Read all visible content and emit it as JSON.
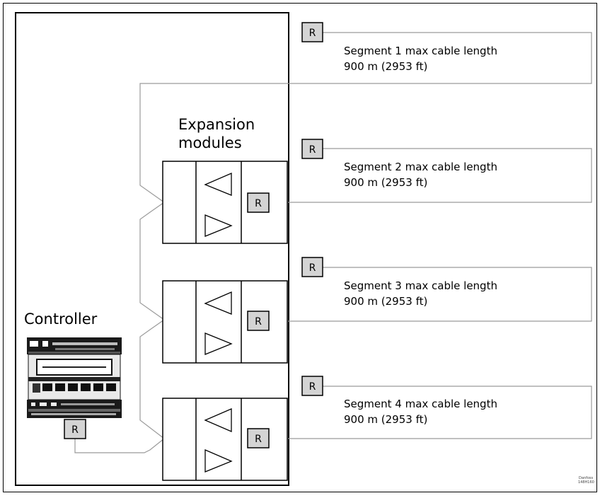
{
  "diagram": {
    "labels": {
      "expansion_line1": "Expansion",
      "expansion_line2": "modules",
      "controller": "Controller",
      "terminator": "R",
      "watermark_line1": "Danfoss",
      "watermark_line2": "148H160"
    },
    "segments": [
      {
        "title": "Segment 1 max cable length",
        "length": "900 m (2953 ft)"
      },
      {
        "title": "Segment 2 max cable length",
        "length": "900 m (2953 ft)"
      },
      {
        "title": "Segment 3 max cable length",
        "length": "900 m (2953 ft)"
      },
      {
        "title": "Segment 4 max cable length",
        "length": "900 m (2953 ft)"
      }
    ],
    "colors": {
      "line": "#000000",
      "cable": "#9a9a9a",
      "terminator_fill": "#d4d4d4"
    }
  }
}
